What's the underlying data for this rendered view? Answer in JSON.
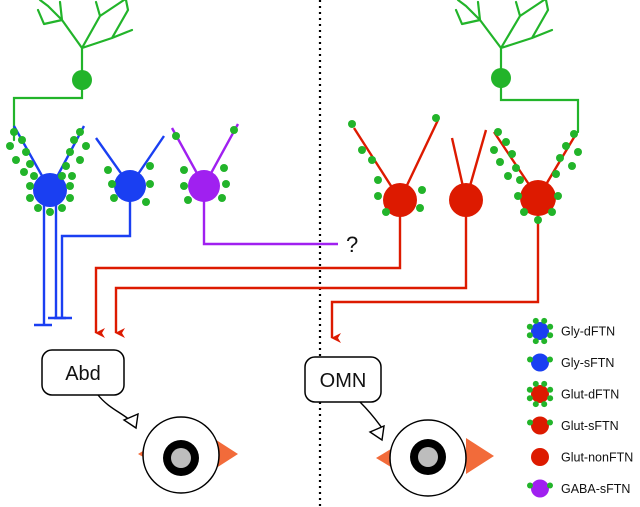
{
  "labels": {
    "abd": "Abd",
    "omn": "OMN",
    "unknown_target": "?"
  },
  "legend": [
    {
      "label": "Gly-dFTN",
      "color": "#1a3ff2",
      "dots": 8
    },
    {
      "label": "Gly-sFTN",
      "color": "#1a3ff2",
      "dots": 2
    },
    {
      "label": "Glut-dFTN",
      "color": "#dd1a00",
      "dots": 8
    },
    {
      "label": "Glut-sFTN",
      "color": "#dd1a00",
      "dots": 2
    },
    {
      "label": "Glut-nonFTN",
      "color": "#dd1a00",
      "dots": 0
    },
    {
      "label": "GABA-sFTN",
      "color": "#a020f0",
      "dots": 2
    }
  ],
  "colors": {
    "green": "#22b42a",
    "blue": "#1a3ff2",
    "red": "#dd1a00",
    "purple": "#a020f0",
    "ear": "#f26b3a",
    "divider": "#000000"
  }
}
